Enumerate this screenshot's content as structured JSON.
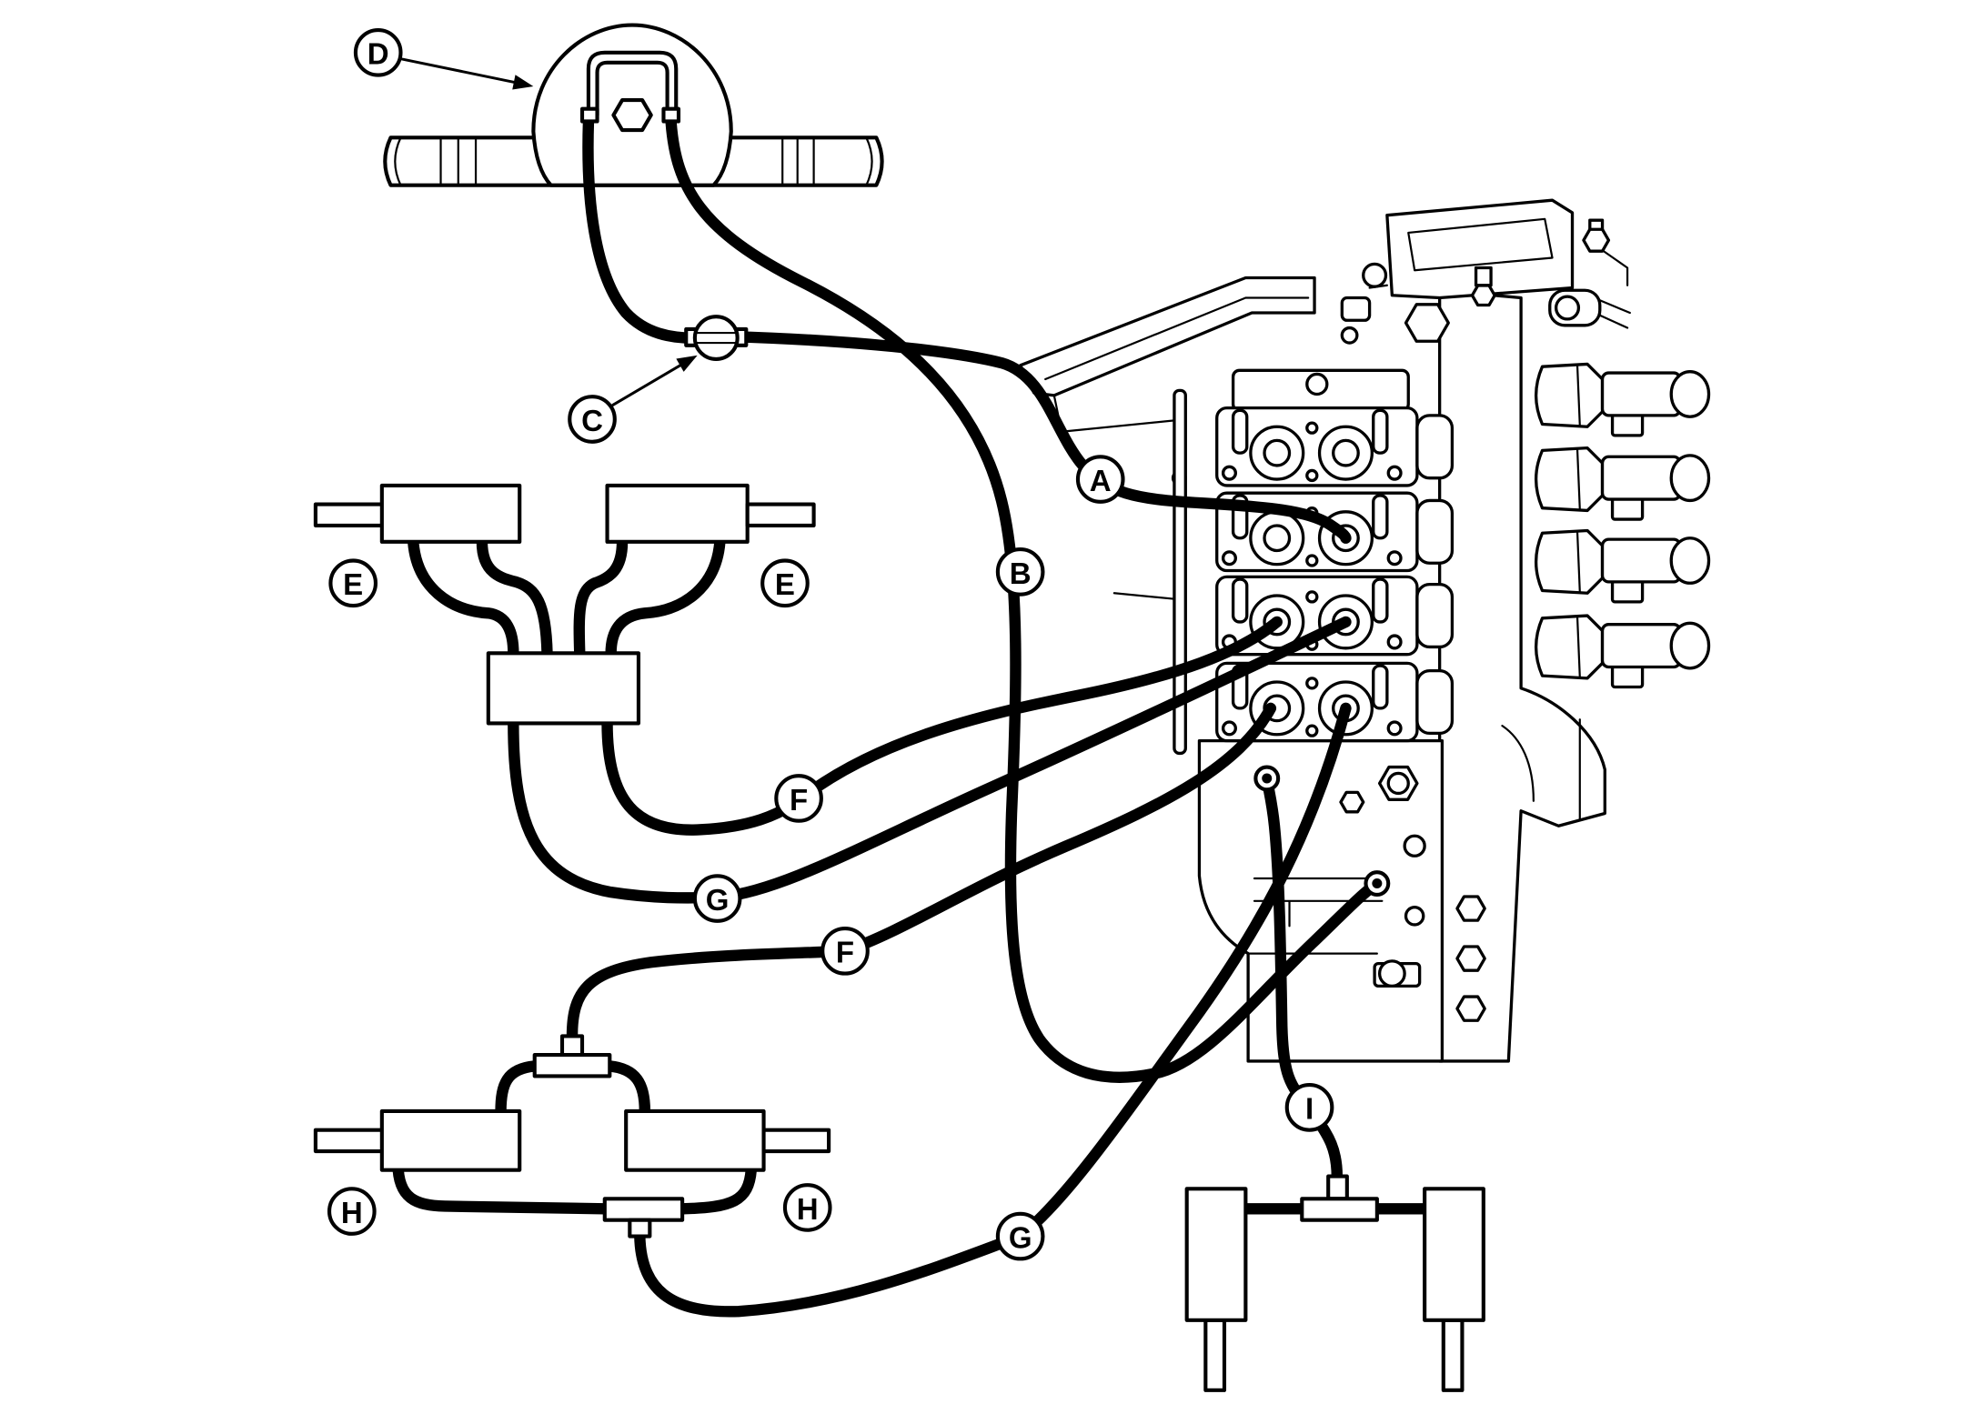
{
  "callouts": {
    "d": "D",
    "c": "C",
    "a": "A",
    "b": "B",
    "e_left": "E",
    "e_right": "E",
    "f_upper": "F",
    "g_upper": "G",
    "f_lower": "F",
    "g_lower": "G",
    "h_left": "H",
    "h_right": "H",
    "i": "I"
  },
  "colors": {
    "line": "#000000",
    "background": "#ffffff"
  }
}
